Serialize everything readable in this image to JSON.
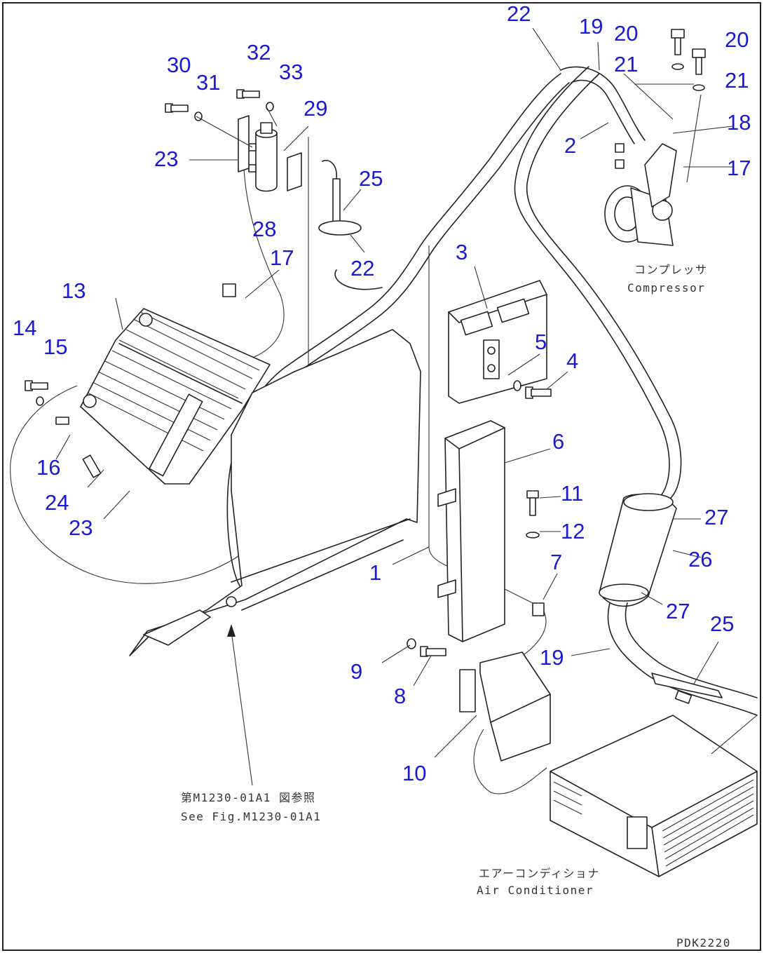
{
  "callouts": [
    {
      "id": "c1",
      "label": "1"
    },
    {
      "id": "c2",
      "label": "2"
    },
    {
      "id": "c3",
      "label": "3"
    },
    {
      "id": "c4",
      "label": "4"
    },
    {
      "id": "c5",
      "label": "5"
    },
    {
      "id": "c6",
      "label": "6"
    },
    {
      "id": "c7",
      "label": "7"
    },
    {
      "id": "c8",
      "label": "8"
    },
    {
      "id": "c9",
      "label": "9"
    },
    {
      "id": "c10",
      "label": "10"
    },
    {
      "id": "c11",
      "label": "11"
    },
    {
      "id": "c12",
      "label": "12"
    },
    {
      "id": "c13",
      "label": "13"
    },
    {
      "id": "c14",
      "label": "14"
    },
    {
      "id": "c15",
      "label": "15"
    },
    {
      "id": "c16",
      "label": "16"
    },
    {
      "id": "c17a",
      "label": "17"
    },
    {
      "id": "c17b",
      "label": "17"
    },
    {
      "id": "c18",
      "label": "18"
    },
    {
      "id": "c19a",
      "label": "19"
    },
    {
      "id": "c19b",
      "label": "19"
    },
    {
      "id": "c20a",
      "label": "20"
    },
    {
      "id": "c20b",
      "label": "20"
    },
    {
      "id": "c21a",
      "label": "21"
    },
    {
      "id": "c21b",
      "label": "21"
    },
    {
      "id": "c22a",
      "label": "22"
    },
    {
      "id": "c22b",
      "label": "22"
    },
    {
      "id": "c23a",
      "label": "23"
    },
    {
      "id": "c23b",
      "label": "23"
    },
    {
      "id": "c24",
      "label": "24"
    },
    {
      "id": "c25a",
      "label": "25"
    },
    {
      "id": "c25b",
      "label": "25"
    },
    {
      "id": "c26",
      "label": "26"
    },
    {
      "id": "c27a",
      "label": "27"
    },
    {
      "id": "c27b",
      "label": "27"
    },
    {
      "id": "c28",
      "label": "28"
    },
    {
      "id": "c29",
      "label": "29"
    },
    {
      "id": "c30",
      "label": "30"
    },
    {
      "id": "c31",
      "label": "31"
    },
    {
      "id": "c32",
      "label": "32"
    },
    {
      "id": "c33",
      "label": "33"
    }
  ],
  "captions": {
    "compressor_jp": "コンプレッサ",
    "compressor_en": "Compressor",
    "figref_jp": "第M1230-01A1 図参照",
    "figref_en": "See Fig.M1230-01A1",
    "aircon_jp": "エアーコンディショナ",
    "aircon_en": "Air Conditioner",
    "drawing_code": "PDK2220"
  },
  "colors": {
    "callout": "#1a1ad6",
    "line": "#222222"
  }
}
